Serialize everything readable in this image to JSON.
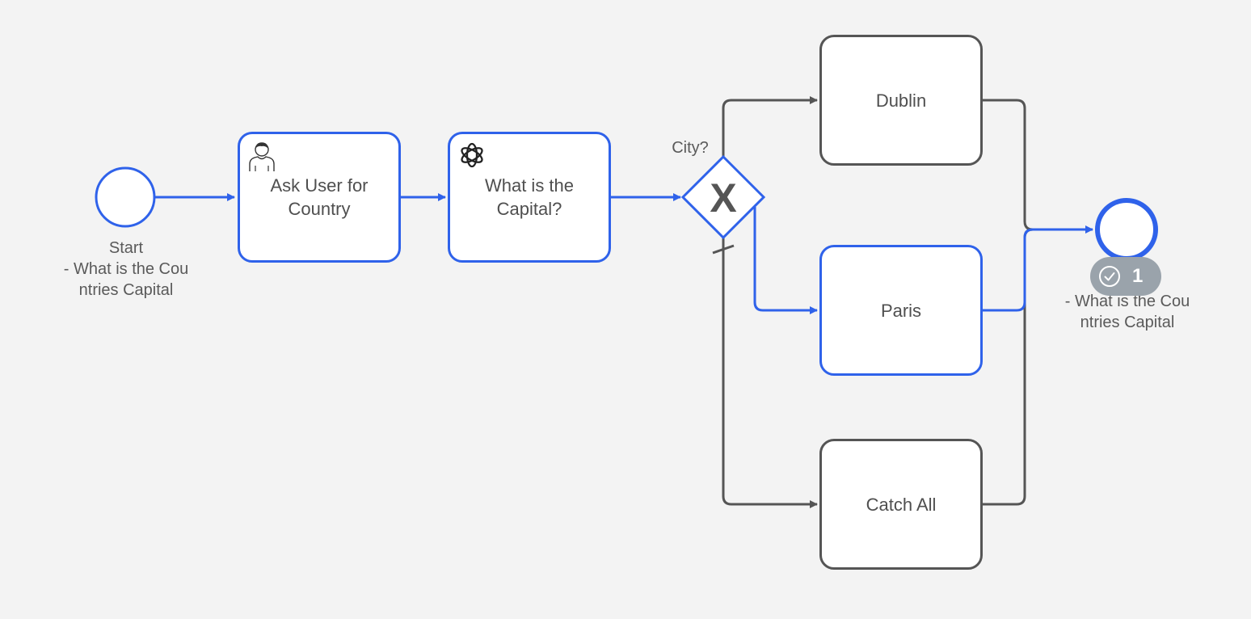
{
  "colors": {
    "active": "#2f62ea",
    "idle": "#555555",
    "background": "#f3f3f3",
    "badge": "#9aa3ab"
  },
  "start_event": {
    "label": "Start\n- What is the Cou\nntries Capital"
  },
  "end_event": {
    "label": "End\n- What is the Cou\nntries Capital",
    "visible_label": "e\n- What is the Cou\nntries Capital"
  },
  "tasks": {
    "ask_user": {
      "label": "Ask User for Country",
      "icon": "user-icon"
    },
    "what_capital": {
      "label": "What is the Capital?",
      "icon": "openai-icon"
    },
    "dublin": {
      "label": "Dublin"
    },
    "paris": {
      "label": "Paris"
    },
    "catch_all": {
      "label": "Catch All"
    }
  },
  "gateway": {
    "label": "City?",
    "marker": "X"
  },
  "badge": {
    "count": "1",
    "icon": "check-circle-icon"
  }
}
